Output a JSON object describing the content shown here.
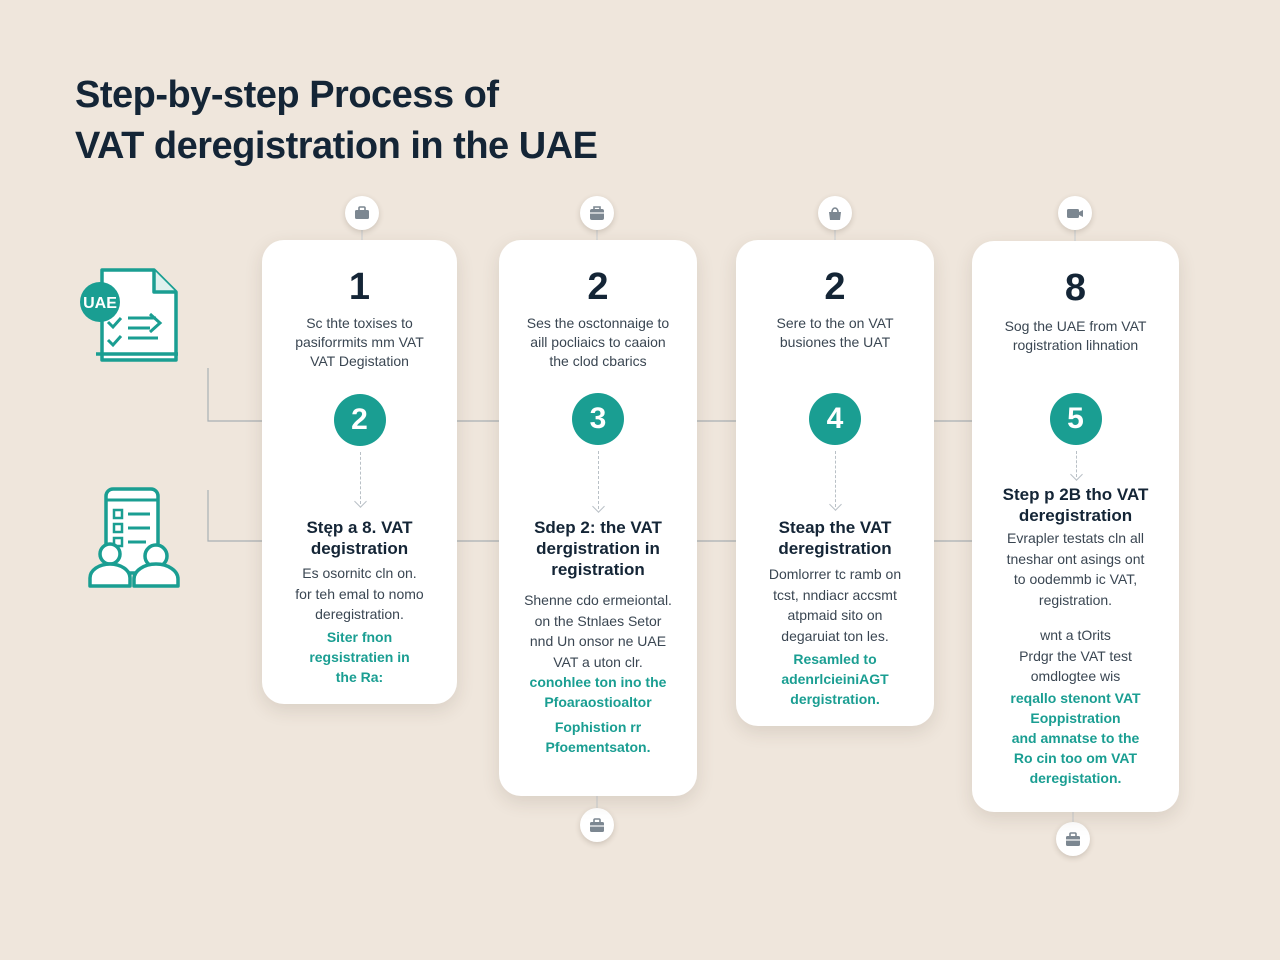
{
  "title": {
    "line1": "Step-by-step Process of",
    "line2": "VAT deregistration in the UAE"
  },
  "left_icons": {
    "document_label": "UAE"
  },
  "cards": [
    {
      "number": "1",
      "description": [
        "Sc thte toxises to",
        "pasiforrmits mm VAT",
        "VAT Degistation"
      ],
      "step": "2",
      "heading": [
        "Stęp a 8. VAT",
        "degistration"
      ],
      "body": [
        "Es osornitc cln on.",
        "for teh emal to nomo",
        "deregistration."
      ],
      "accent": [
        "Siter fnon",
        "regsistratien in",
        "the Ra:"
      ],
      "note": []
    },
    {
      "number": "2",
      "description": [
        "Ses the osctonnaige to",
        "aill pocliaics to caaion",
        "the clod cbarics"
      ],
      "step": "3",
      "heading": [
        "Sdep 2: the VAT",
        "dergistration in",
        "registration"
      ],
      "body": [
        "Shenne cdo ermeiontal.",
        "on the Stnlaes Setor",
        "nnd Un onsor ne UAE",
        "VAT a uton clr."
      ],
      "accent": [
        "conohlee ton ino the",
        "Pfoaraostioaltor",
        "",
        "Fophistion rr",
        "Pfoementsaton."
      ],
      "note": []
    },
    {
      "number": "2",
      "description": [
        "Sere to the on VAT",
        "busiones the UAT"
      ],
      "step": "4",
      "heading": [
        "Steap the VAT",
        "deregistration"
      ],
      "body": [
        "Domlorrer tc ramb on",
        "tcst, nndiacr accsmt",
        "atpmaid sito on",
        "degaruiat ton les."
      ],
      "accent": [
        "Resamled to",
        "adenrlcieiniAGT",
        "dergistration."
      ],
      "note": []
    },
    {
      "number": "8",
      "description": [
        "Sog the UAE from VAT",
        "rogistration lihnation"
      ],
      "step": "5",
      "heading": [
        "Step p 2B tho VAT",
        "deregistration"
      ],
      "body": [
        "Evrapler testats cln all",
        "tneshar ont asings ont",
        "to oodemmb ic VAT,",
        "registration."
      ],
      "note": [
        "wnt a tOrits",
        "Prdgr the VAT test",
        "omdlogtee wis"
      ],
      "accent": [
        "reqallo stenont VAT",
        "Eoppistration",
        "and amnatse to the",
        "Ro cin too om VAT",
        "deregistation."
      ]
    }
  ]
}
